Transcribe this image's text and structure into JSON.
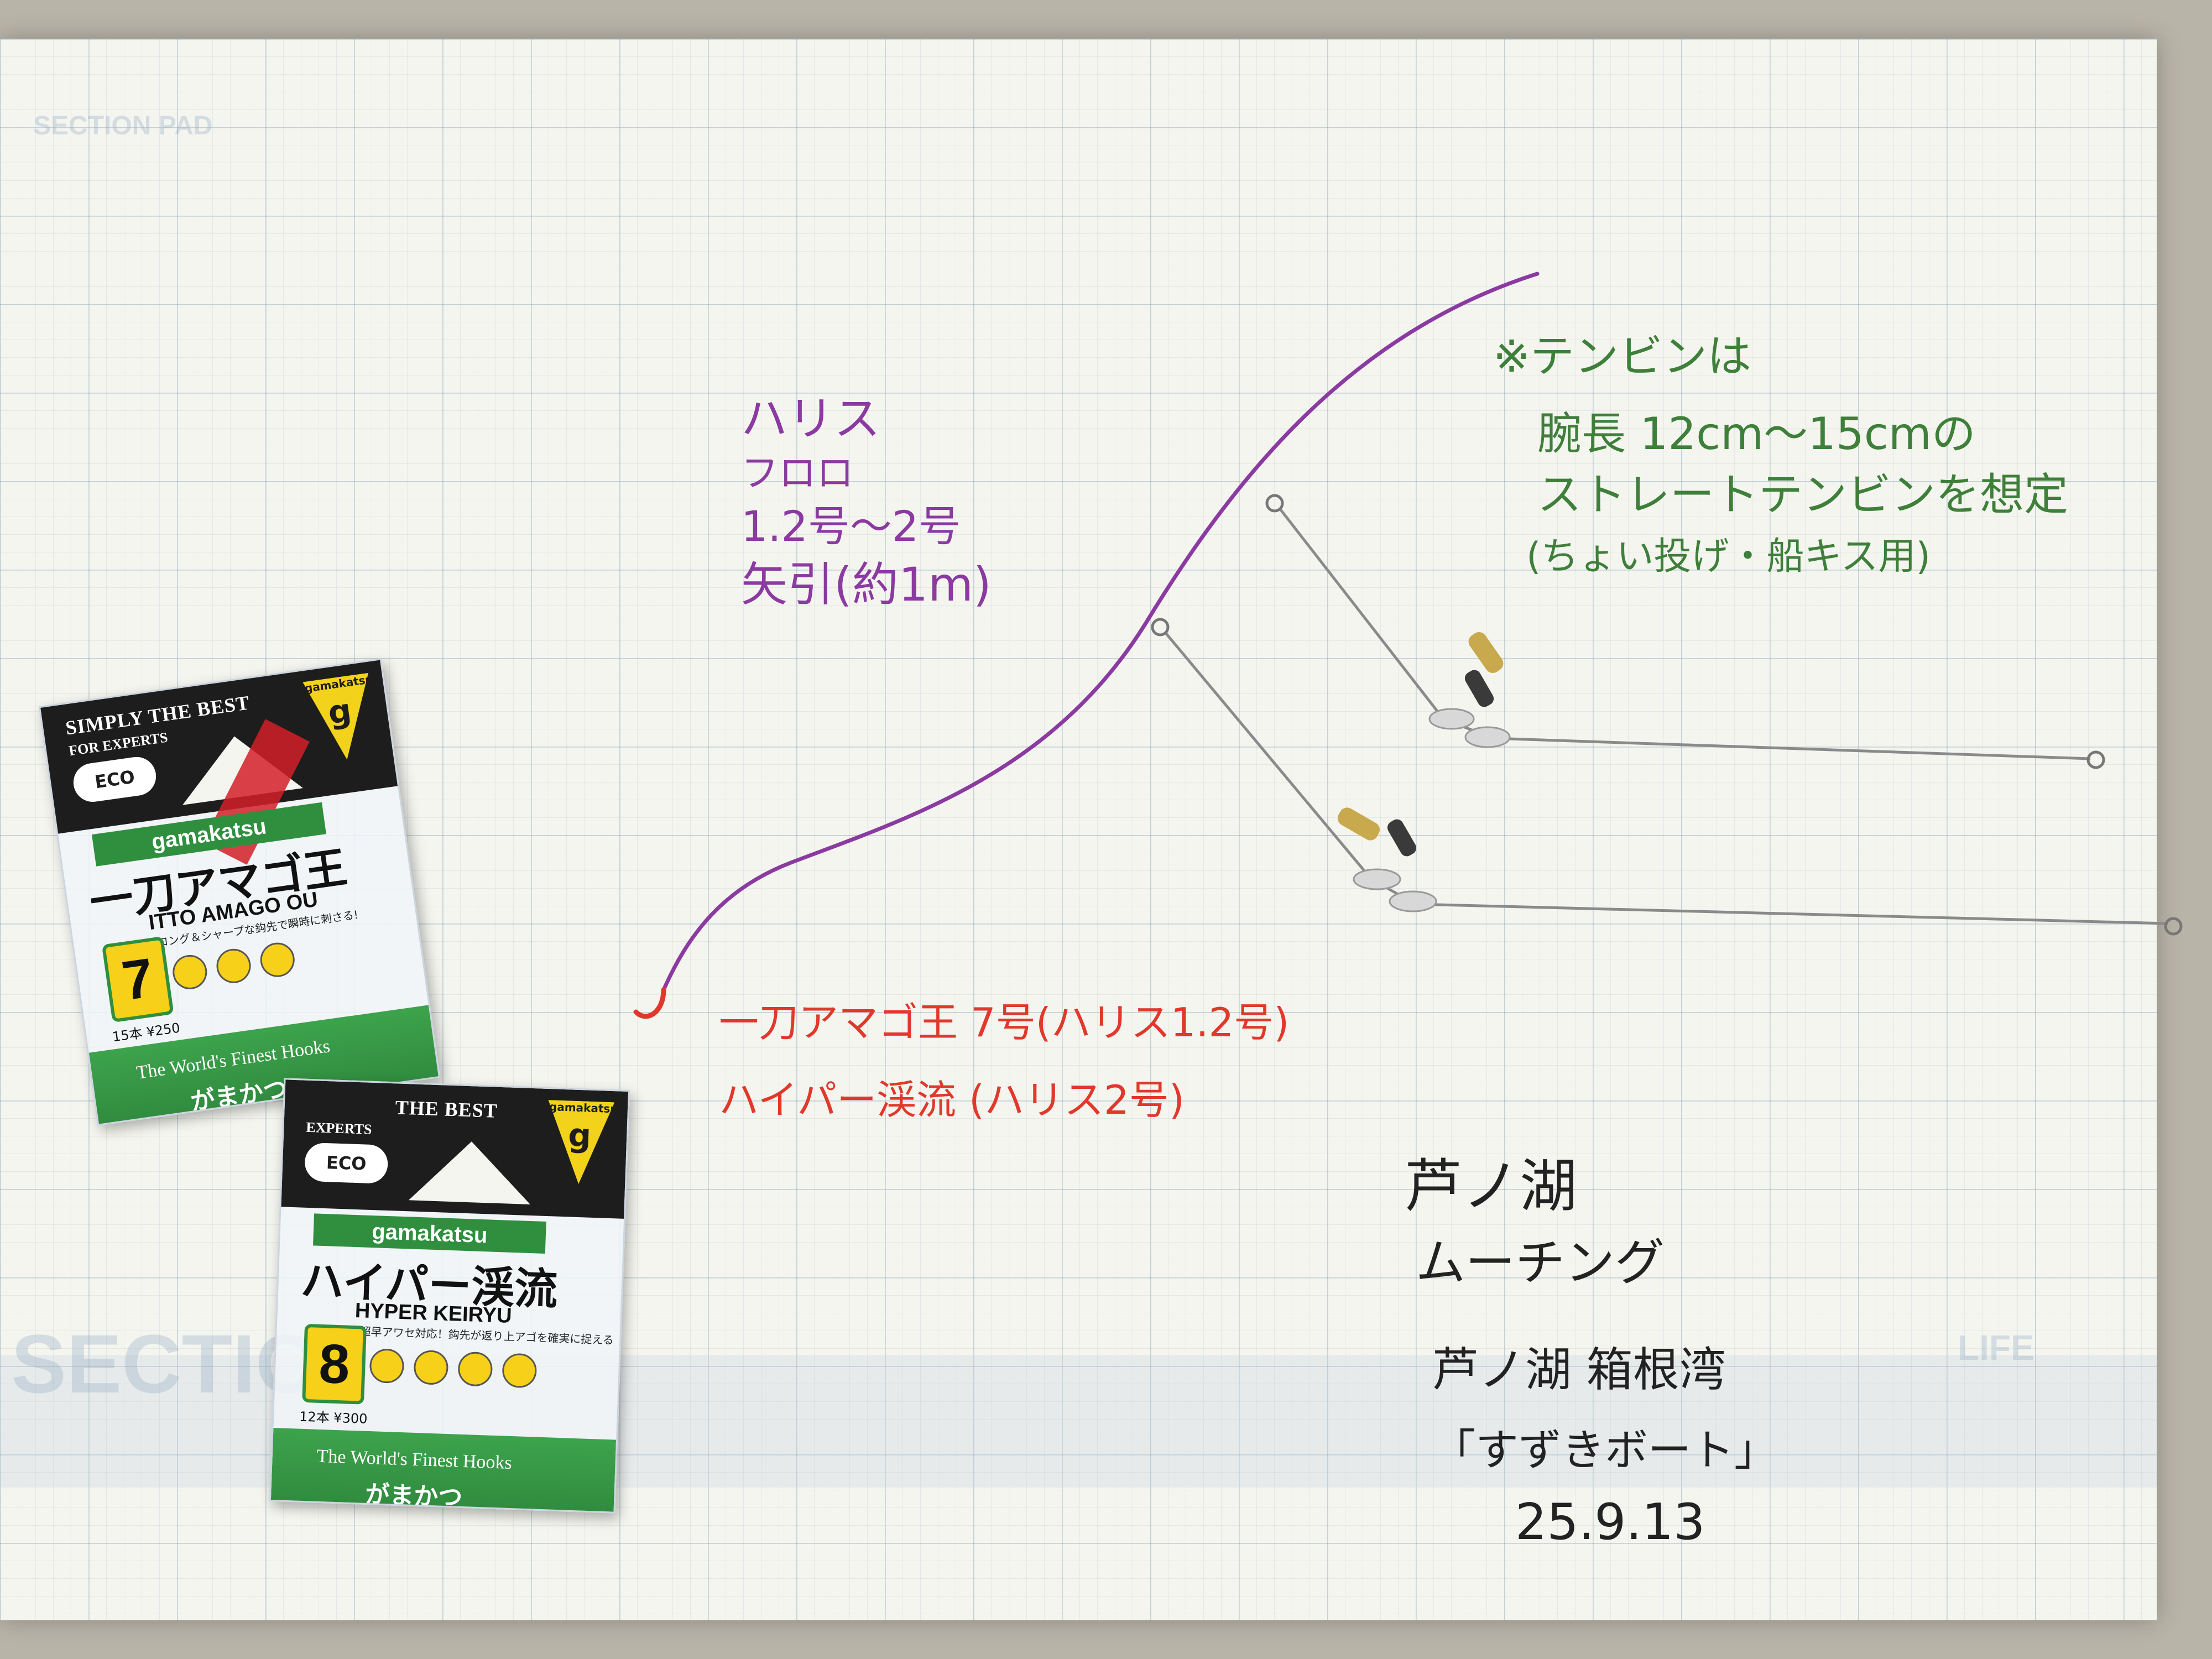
{
  "sheet": {
    "print_top": "SECTION PAD",
    "print_mid": "SECTIO",
    "print_right": "LIFE"
  },
  "notes": {
    "harisu": [
      "ハリス",
      "フロロ",
      "1.2号～2号",
      "矢引(約1m)"
    ],
    "tenbin": [
      "※テンビンは",
      "腕長 12cm～15cmの",
      "ストレートテンビンを想定",
      "(ちょい投げ・船キス用)"
    ],
    "hooks": [
      "一刀アマゴ王 7号(ハリス1.2号)",
      "ハイパー渓流 (ハリス2号)"
    ],
    "location": [
      "芦ノ湖",
      "ムーチング",
      "芦ノ湖 箱根湾",
      "「すずきボート」",
      "25.9.13"
    ]
  },
  "packages": [
    {
      "simply": "SIMPLY THE BEST",
      "experts": "FOR EXPERTS",
      "eco": "ECO",
      "badge_brand": "gamakatsu",
      "badge_letter": "g",
      "brand": "gamakatsu",
      "name": "一刀アマゴ王",
      "roman": "ITTO AMAGO OU",
      "tagline": "ロング＆シャープな鈎先で瞬時に刺さる!",
      "size": "7",
      "price": "15本 ¥250",
      "finest": "The World's Finest Hooks",
      "kana": "がまかつ"
    },
    {
      "simply": "THE BEST",
      "experts": "EXPERTS",
      "eco": "ECO",
      "badge_brand": "gamakatsu",
      "badge_letter": "g",
      "brand": "gamakatsu",
      "name": "ハイパー渓流",
      "roman": "HYPER KEIRYU",
      "tagline": "超早アワセ対応！鈎先が返り上アゴを確実に捉える",
      "size": "8",
      "price": "12本 ¥300",
      "finest": "The World's Finest Hooks",
      "kana": "がまかつ"
    }
  ],
  "colors": {
    "ink_purple": "#8a3aa0",
    "ink_green": "#3e7f3a",
    "ink_red": "#e0392b",
    "ink_black": "#222222",
    "pkg_green": "#2f8f3e",
    "pkg_yellow": "#f6d019"
  }
}
